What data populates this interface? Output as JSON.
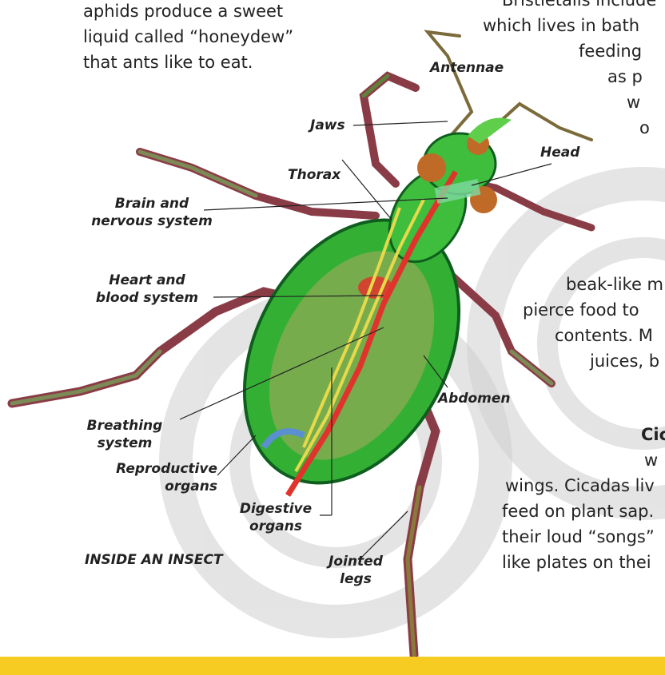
{
  "body_text": {
    "left": [
      "aphids produce a sweet",
      "liquid called “honeydew”",
      "that ants like to eat."
    ],
    "right_top": [
      "Bristletails include",
      "which lives in bath",
      "feeding",
      "as p",
      "w",
      "o"
    ],
    "right_mid": [
      "beak-like m",
      "pierce food to",
      "contents. M",
      "juices, b"
    ],
    "right_heading": "Cic",
    "right_heading_sub": "w",
    "right_bottom": [
      "wings. Cicadas liv",
      "feed on plant sap.",
      "their loud “songs”",
      "like plates on thei"
    ]
  },
  "labels": {
    "antennae": "Antennae",
    "jaws": "Jaws",
    "head": "Head",
    "thorax": "Thorax",
    "brain": [
      "Brain and",
      "nervous system"
    ],
    "heart": [
      "Heart and",
      "blood system"
    ],
    "abdomen": "Abdomen",
    "breathing": [
      "Breathing",
      "system"
    ],
    "reproductive": [
      "Reproductive",
      "organs"
    ],
    "digestive": [
      "Digestive",
      "organs"
    ],
    "legs": [
      "Jointed",
      "legs"
    ]
  },
  "caption": "INSIDE AN INSECT",
  "colors": {
    "accent_bar": "#f6cc22",
    "beetle_green": "#33b034",
    "beetle_dark": "#0f5e1f",
    "organ_red": "#e0332b",
    "organ_yellow": "#e8d94a",
    "leg_brown": "#8a3c46",
    "watermark": "#d9d9d9"
  }
}
